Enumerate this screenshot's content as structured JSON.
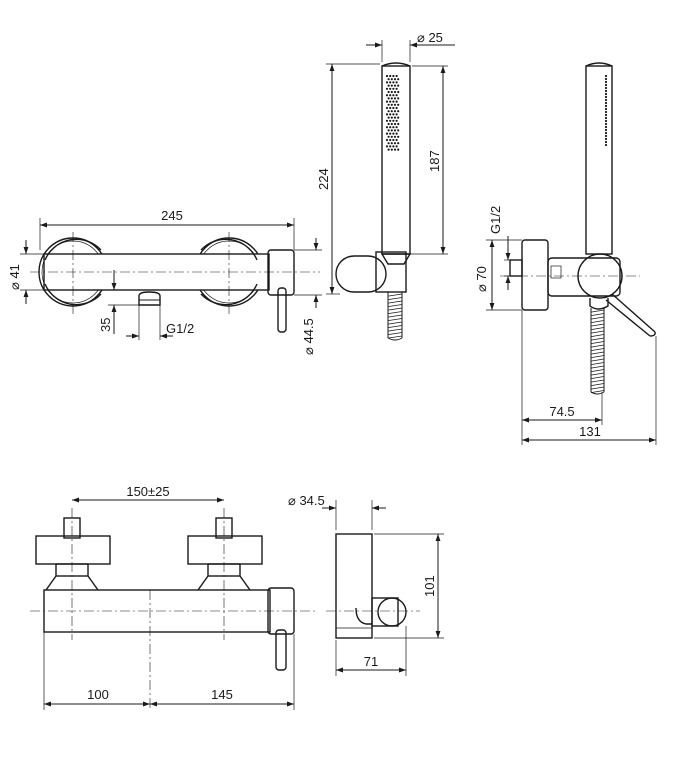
{
  "views": {
    "front_top": {
      "width": "245",
      "dia_body": "⌀ 41",
      "outlet_offset": "35",
      "outlet_thread": "G1/2",
      "dia_handle": "⌀ 44.5"
    },
    "handshower": {
      "dia_head": "⌀ 25",
      "total_length": "224",
      "head_length": "187"
    },
    "side_top": {
      "thread": "G1/2",
      "dia_flange": "⌀ 70",
      "depth_inner": "74.5",
      "depth_total": "131"
    },
    "front_bottom": {
      "centers": "150±25",
      "left_offset": "100",
      "right_offset": "145"
    },
    "holder": {
      "dia": "⌀ 34.5",
      "height": "101",
      "depth": "71"
    }
  }
}
